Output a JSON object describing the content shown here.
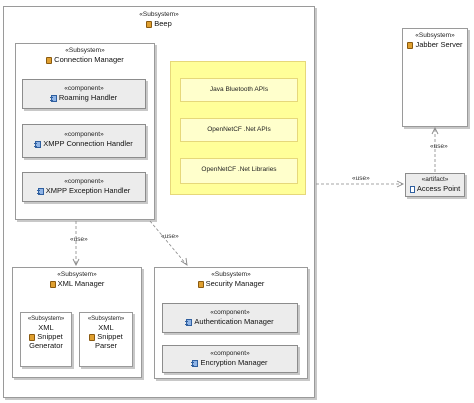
{
  "colors": {
    "library_fill": "#ffffcc",
    "component_fill": "#ececec",
    "subsystem_icon": "#e0a030",
    "component_icon": "#8fb4e6"
  },
  "beep": {
    "stereotype": "«Subsystem»",
    "name": "Beep",
    "icon": "subsystem-icon"
  },
  "connection_manager": {
    "stereotype": "«Subsystem»",
    "name": "Connection Manager",
    "icon": "subsystem-icon",
    "components": [
      {
        "stereotype": "«component»",
        "name": "Roaming Handler",
        "icon": "component-icon"
      },
      {
        "stereotype": "«component»",
        "name": "XMPP Connection Handler",
        "icon": "component-icon"
      },
      {
        "stereotype": "«component»",
        "name": "XMPP Exception Handler",
        "icon": "component-icon"
      }
    ]
  },
  "libraries": [
    "Java Bluetooth APIs",
    "OpenNetCF .Net APIs",
    "OpenNetCF .Net Libraries"
  ],
  "xml_manager": {
    "stereotype": "«Subsystem»",
    "name": "XML Manager",
    "icon": "subsystem-icon",
    "children": [
      {
        "stereotype": "«Subsystem»",
        "line1": "XML",
        "line2": "Snippet",
        "line3": "Generator",
        "icon": "subsystem-icon"
      },
      {
        "stereotype": "«Subsystem»",
        "line1": "XML",
        "line2": "Snippet",
        "line3": "Parser",
        "icon": "subsystem-icon"
      }
    ]
  },
  "security_manager": {
    "stereotype": "«Subsystem»",
    "name": "Security Manager",
    "icon": "subsystem-icon",
    "components": [
      {
        "stereotype": "«component»",
        "name": "Authentication Manager",
        "icon": "component-icon"
      },
      {
        "stereotype": "«component»",
        "name": "Encryption Manager",
        "icon": "component-icon"
      }
    ]
  },
  "jabber_server": {
    "stereotype": "«Subsystem»",
    "name": "Jabber Server",
    "icon": "subsystem-icon"
  },
  "access_point": {
    "stereotype": "«artifact»",
    "name": "Access Point",
    "icon": "artifact-icon"
  },
  "connectors": {
    "use_label": "«use»"
  }
}
